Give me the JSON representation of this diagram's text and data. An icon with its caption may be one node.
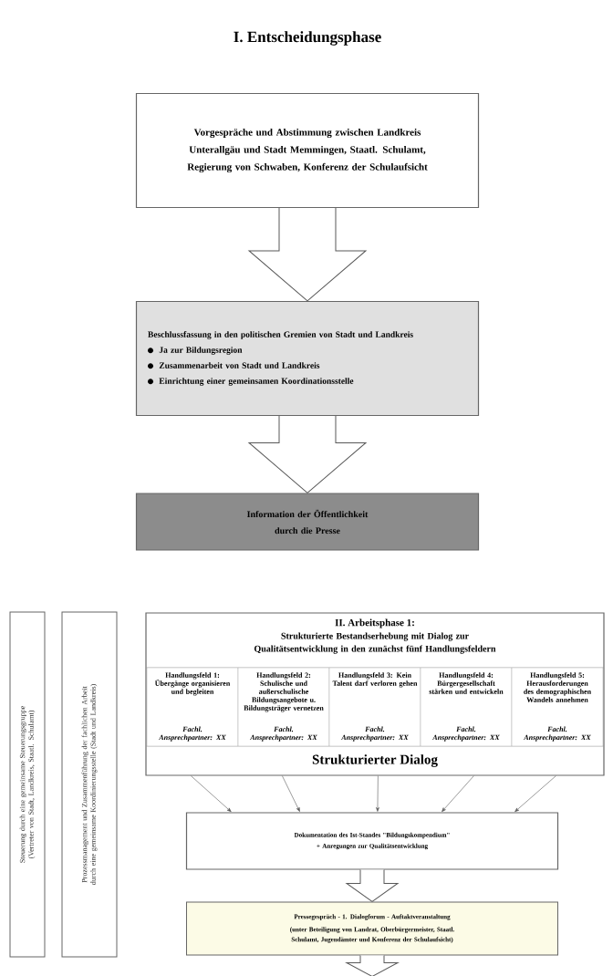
{
  "diagram": {
    "title": "I. Entscheidungsphase",
    "nodes": [
      {
        "text": [
          "Vorgespräche und Abstimmung zwischen Landkreis Unterallgäu und Stadt Memmingen, Staatl. Schulamt, Regierung von Schwaben, Konferenz der Schulaufsicht"
        ]
      },
      {
        "text": [
          "Beschlussfassung in den politischen Gremien von Stadt und Landkreis",
          "Ja zur Bildungsregion",
          "Zusammenarbeit von Stadt und Landkreis",
          "Einrichtung einer gemeinsamen Koordinationsstelle"
        ]
      },
      {
        "text": [
          "Information der Öffentlichkeit durch die Presse"
        ]
      },
      {
        "text": [
          "Steuerung durch eine gemeinsame Steuerungsgruppe (Vertreter von Stadt, Landkreis, Staatl. Schulamt)"
        ]
      },
      {
        "text": [
          "Prozessmanagement und Zusammenführung der fachlichen Arbeit durch eine gemeinsame Koordinierungsstelle (Stadt und Landkreis)"
        ]
      },
      {
        "text": [
          "II. Arbeitsphase 1:",
          "Strukturierte Bestandserhebung mit Dialog zur Qualitätsentwicklung in den zunächst fünf Handlungsfeldern",
          "Strukturierter Dialog"
        ]
      },
      {
        "text": [
          "Handlungsfeld 1: Übergänge organisieren und begleiten",
          "Fachl. Ansprechpartner: XX"
        ],
        "in": 5
      },
      {
        "text": [
          "Handlungsfeld 2: Schulische und außerschulische Bildungsangebote u. Bildungsträger vernetzen",
          "Fachl. Ansprechpartner: XX"
        ],
        "in": 5
      },
      {
        "text": [
          "Handlungsfeld 3: Kein Talent darf verloren gehen",
          "Fachl. Ansprechpartner: XX"
        ],
        "in": 5
      },
      {
        "text": [
          "Handlungsfeld 4: Bürgergesellschaft stärken und entwickeln",
          "Fachl. Ansprechpartner: XX"
        ],
        "in": 5
      },
      {
        "text": [
          "Handlungsfeld 5: Herausforderungen des demographischen Wandels annehmen",
          "Fachl. Ansprechpartner: XX"
        ],
        "in": 5
      },
      {
        "text": [
          "Dokumentation des Ist-Standes \"Bildungskompendium\" + Anregungen zur Qualitätsentwicklung"
        ]
      },
      {
        "text": [
          "Pressegespräch - 1. Dialogforum - Auftaktveranstaltung",
          "(unter Beteiligung von Landrat, Oberbürgermeister, Staatl. Schulamt, Jugendämter und Konferenz der Schulaufsicht)"
        ]
      }
    ],
    "edges": [
      {
        "from": 0,
        "to": 1,
        "arrow": "to",
        "style": "thick"
      },
      {
        "from": 1,
        "to": 2,
        "arrow": "to",
        "style": "thick"
      },
      {
        "from": 5,
        "to": 11,
        "arrow": "to"
      },
      {
        "from": 5,
        "to": 11,
        "arrow": "to"
      },
      {
        "from": 5,
        "to": 11,
        "arrow": "to"
      },
      {
        "from": 5,
        "to": 11,
        "arrow": "to"
      },
      {
        "from": 5,
        "to": 11,
        "arrow": "to"
      },
      {
        "from": 11,
        "to": 12,
        "arrow": "to",
        "style": "thick"
      },
      {
        "from": 12,
        "to": null,
        "arrow": "to",
        "style": "thick"
      }
    ]
  }
}
